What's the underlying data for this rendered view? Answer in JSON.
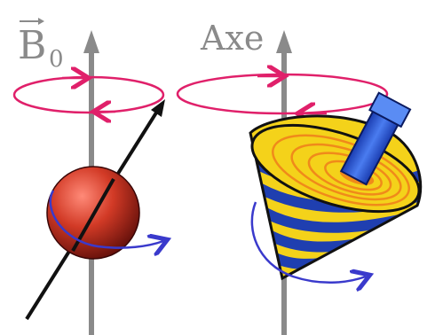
{
  "labels": {
    "field_symbol": "B",
    "field_subscript": "0",
    "axis_label": "Axe"
  },
  "colors": {
    "axis_gray": "#8a8a8a",
    "precession_pink": "#e0206a",
    "spin_blue": "#3a3acc",
    "sphere_red": "#c02018",
    "moment_black": "#111111",
    "top_yellow": "#f4d21a",
    "top_blue_stripe": "#1f3fb0",
    "top_orange": "#f08a1a",
    "handle_blue": "#2a5ad8"
  },
  "icons": [
    "vector-arrow-icon",
    "spinning-top-icon",
    "sphere-icon"
  ]
}
